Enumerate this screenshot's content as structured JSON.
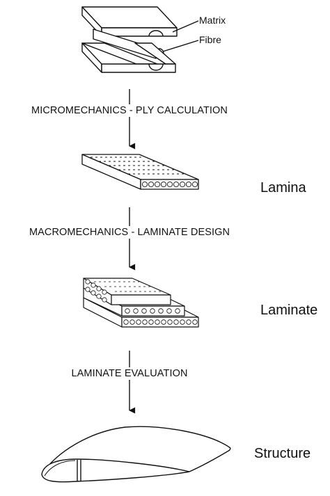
{
  "callouts": {
    "matrix": "Matrix",
    "fibre": "Fibre"
  },
  "steps": {
    "micro": "MICROMECHANICS - PLY CALCULATION",
    "macro": "MACROMECHANICS - LAMINATE DESIGN",
    "evaluation": "LAMINATE EVALUATION"
  },
  "stages": {
    "lamina": "Lamina",
    "laminate": "Laminate",
    "structure": "Structure"
  },
  "icons": [
    "matrix-fibre-exploded-icon",
    "lamina-ply-icon",
    "laminate-stack-icon",
    "airfoil-structure-icon",
    "down-arrow-icon"
  ]
}
